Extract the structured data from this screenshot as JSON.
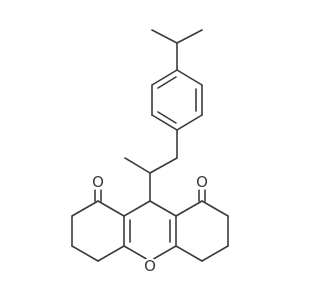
{
  "structure": {
    "atom_labels": {
      "carbonyl_oxygen_left": "O",
      "carbonyl_oxygen_right": "O",
      "ring_oxygen": "O"
    },
    "colors": {
      "bond": "#3a3a3a",
      "label": "#3a3a3a",
      "background": "#ffffff"
    }
  }
}
